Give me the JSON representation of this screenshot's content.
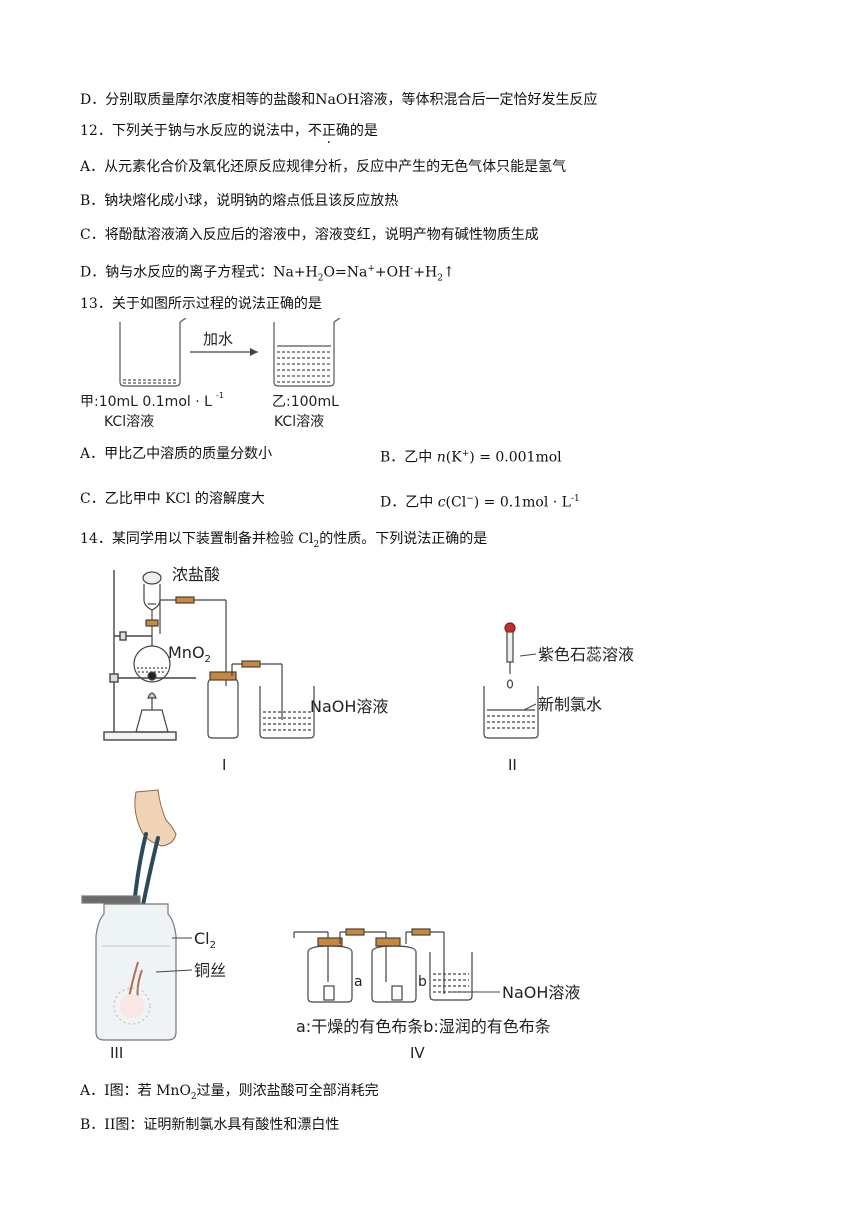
{
  "q11": {
    "D": "D．分别取质量摩尔浓度相等的盐酸和NaOH溶液，等体积混合后一定恰好发生反应"
  },
  "q12": {
    "stem_prefix": "12．下列关于钠与水反应的说法中，",
    "stem_emph": "不正确",
    "stem_suffix": "的是",
    "A": "A．从元素化合价及氧化还原反应规律分析，反应中产生的无色气体只能是氢气",
    "B": "B．钠块熔化成小球，说明钠的熔点低且该反应放热",
    "C": "C．将酚酞溶液滴入反应后的溶液中，溶液变红，说明产物有碱性物质生成",
    "D_prefix": "D．钠与水反应的离子方程式：Na+H",
    "D_eq": "O=Na",
    "D_mid": "+OH",
    "D_end": "+H",
    "D_arrow": "↑"
  },
  "q13": {
    "stem": "13．关于如图所示过程的说法正确的是",
    "fig": {
      "arrow_label": "加水",
      "left_line1": "甲:10mL 0.1mol · L",
      "left_sup": "-1",
      "left_line2": "KCl溶液",
      "right_line1": "乙:100mL",
      "right_line2": "KCl溶液"
    },
    "A": "A．甲比乙中溶质的质量分数小",
    "B_prefix": "B．乙中",
    "B_var": "n",
    "B_ion": "K",
    "B_val": "= 0.001mol",
    "C": "C．乙比甲中 KCl 的溶解度大",
    "D_prefix": "D．乙中",
    "D_var": "c",
    "D_ion": "Cl",
    "D_val": "= 0.1mol · L",
    "D_sup": "-1"
  },
  "q14": {
    "stem_prefix": "14．某同学用以下装置制备并检验 Cl",
    "stem_suffix": "的性质。下列说法正确的是",
    "fig1": {
      "conc_hcl": "浓盐酸",
      "mno2": "MnO",
      "naoh": "NaOH溶液",
      "label": "I"
    },
    "fig2": {
      "litmus": "紫色石蕊溶液",
      "chlorine_water": "新制氯水",
      "label": "II"
    },
    "fig3": {
      "cl2": "Cl",
      "copper": "铜丝",
      "label": "III"
    },
    "fig4": {
      "a": "a",
      "b": "b",
      "naoh": "NaOH溶液",
      "caption": "a:干燥的有色布条b:湿润的有色布条",
      "label": "IV"
    },
    "A_prefix": "A．I图：若 MnO",
    "A_suffix": "过量，则浓盐酸可全部消耗完",
    "B": "B．II图：证明新制氯水具有酸性和漂白性"
  }
}
